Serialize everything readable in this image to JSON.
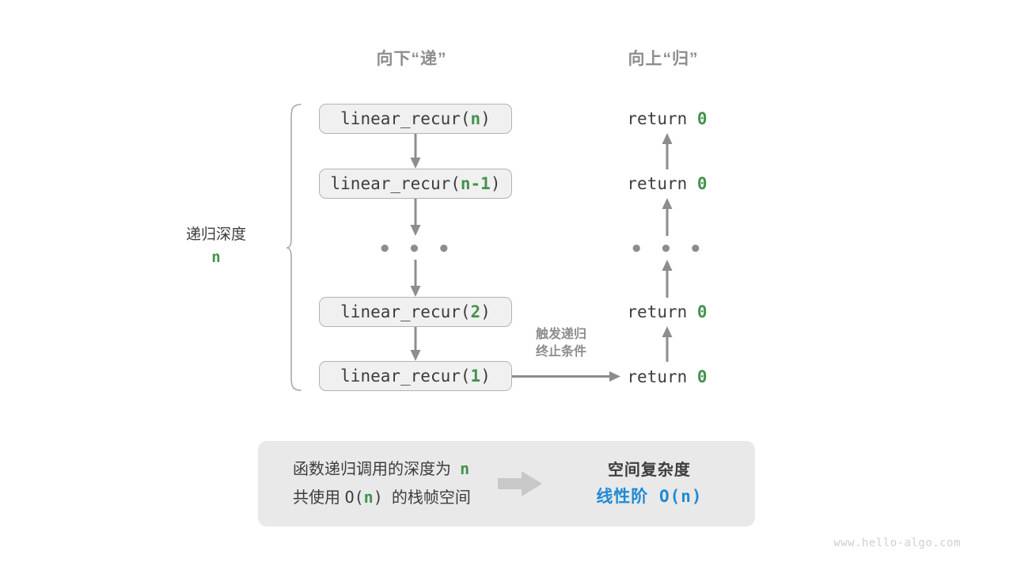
{
  "diagram": {
    "headers": {
      "down": "向下“递”",
      "up": "向上“归”"
    },
    "depth_label": {
      "text": "递归深度",
      "value": "n"
    },
    "side_note": {
      "line1": "触发递归",
      "line2": "终止条件"
    },
    "call_stack": [
      {
        "prefix": "linear_recur(",
        "arg": "n",
        "suffix": ")",
        "return": "return ",
        "return_value": "0"
      },
      {
        "prefix": "linear_recur(",
        "arg": "n-1",
        "suffix": ")",
        "return": "return ",
        "return_value": "0"
      },
      {
        "prefix": "linear_recur(",
        "arg": "2",
        "suffix": ")",
        "return": "return ",
        "return_value": "0"
      },
      {
        "prefix": "linear_recur(",
        "arg": "1",
        "suffix": ")",
        "return": "return ",
        "return_value": "0"
      }
    ],
    "ellipsis": "• • •",
    "summary": {
      "left_line1_a": "函数递归调用的深度为",
      "left_line1_n": "n",
      "left_line2_a": "共使用",
      "left_line2_o": "O(",
      "left_line2_n": "n",
      "left_line2_c": ")",
      "left_line2_b": "的栈帧空间",
      "right_title": "空间复杂度",
      "right_value_label": "线性阶",
      "right_value_expr": "O(n)"
    },
    "watermark": "www.hello-algo.com",
    "colors": {
      "green": "#45924e",
      "blue": "#1f8ad6",
      "gray_text": "#3d3d3d",
      "gray_muted": "#8d8d8d",
      "box_fill": "#f0f0f0",
      "box_border": "#b3b3b3",
      "panel_fill": "#e9e9e9",
      "arrow": "#8d8d8d",
      "block_arrow": "#c8c8c8",
      "watermark": "#cfcfcf"
    }
  }
}
